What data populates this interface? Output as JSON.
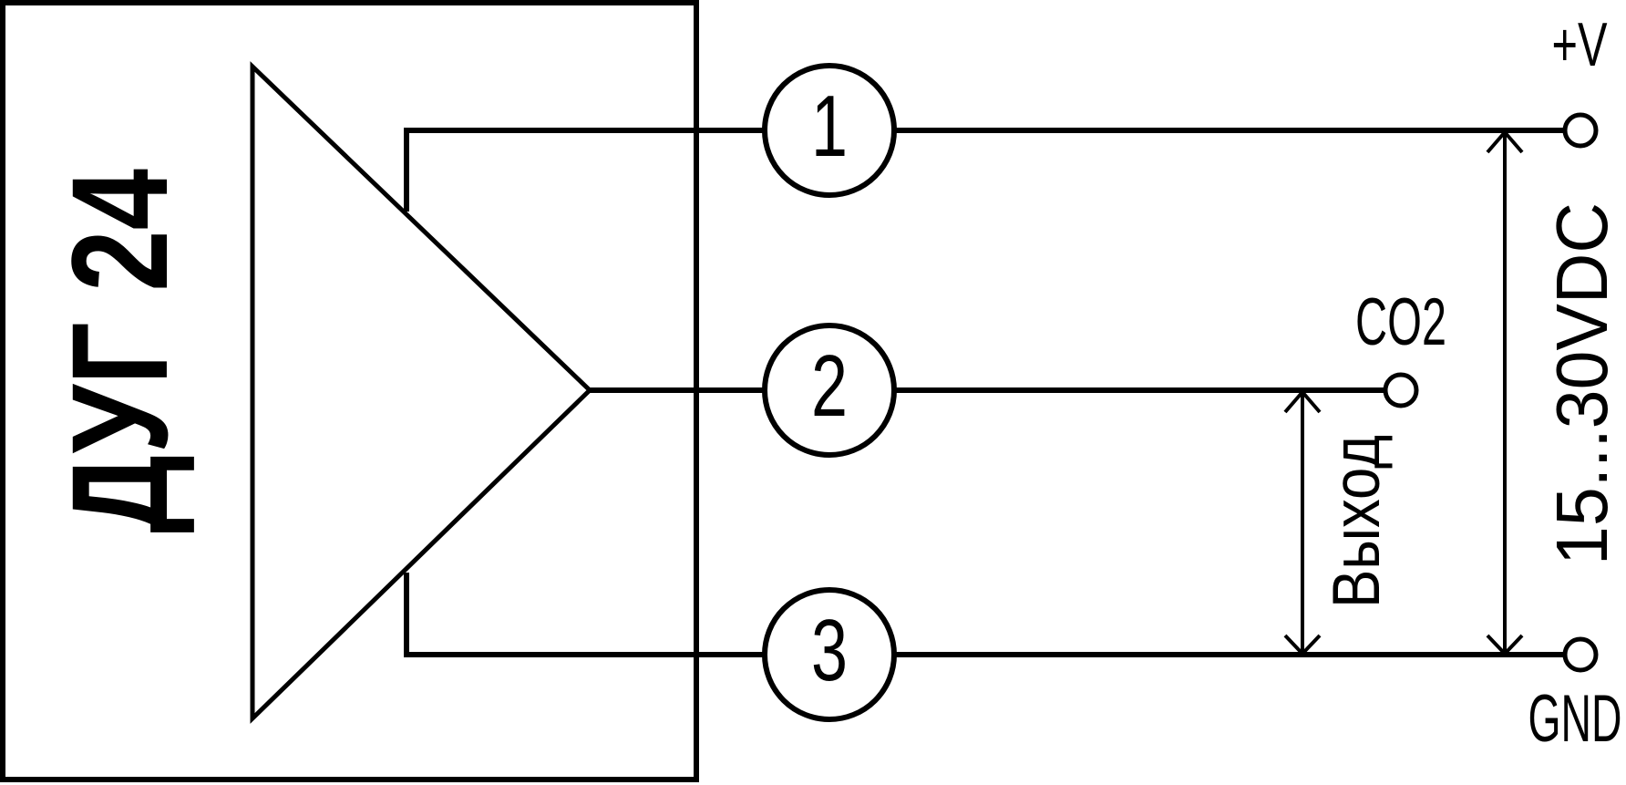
{
  "device": {
    "label": "ДУГ 24"
  },
  "terminals": [
    {
      "number": "1"
    },
    {
      "number": "2"
    },
    {
      "number": "3"
    }
  ],
  "pin_labels": {
    "plus_v": "+V",
    "co2": "CO2",
    "gnd": "GND"
  },
  "annotations": {
    "power_range": "15...30VDC",
    "output_span": "Выход"
  },
  "colors": {
    "line": "#000000",
    "background": "#ffffff"
  }
}
